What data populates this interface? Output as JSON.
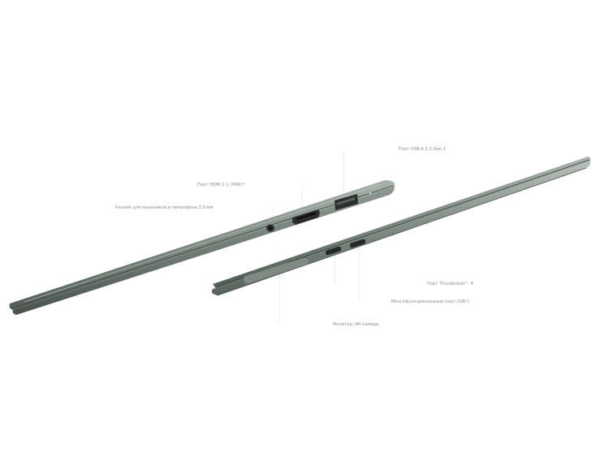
{
  "labels": {
    "usb_a": "Порт USB-A 3.2 Gen 1",
    "hdmi": "Порт HDMI 2.1 (HDR)*",
    "audio": "Разъем для наушников и микрофона 3,5-мм",
    "thunderbolt": "Порт Thunderbolt™ 4",
    "usb_c": "Многофункциональный порт USB-C",
    "fingerprint": "Монитор, ИК-камера"
  },
  "colors": {
    "body": "#74807a",
    "body_dark": "#4f5853",
    "body_light": "#a7b0aa",
    "port": "#2b2f2d",
    "label": "#8a8a8a",
    "line": "#dcdcdc"
  },
  "icons": {
    "hdmi_port": "hdmi-port-icon",
    "usb_a_port": "usb-a-port-icon",
    "audio_jack": "audio-jack-icon",
    "usb_c_port": "usb-c-port-icon",
    "fingerprint": "fingerprint-reader-icon"
  }
}
